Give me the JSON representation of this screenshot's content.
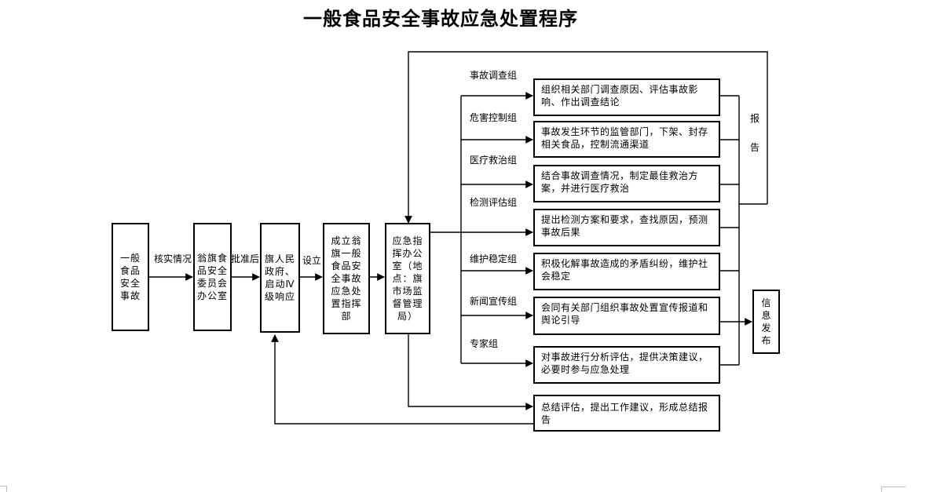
{
  "title": "一般食品安全事故应急处置程序",
  "flow": {
    "event": "一般食品安全事故",
    "verify_label": "核实情况",
    "food_safety_office": "翁旗食品安全委员会办公室",
    "approve_label": "批准后",
    "gov_response": "旗人民政府、启动Ⅳ级响应",
    "establish_label": "设立",
    "command_hq": "成立翁旗一般食品安全事故应急处置指挥部",
    "command_office": "应急指挥办公室（地点：旗市场监督管理局）"
  },
  "groups": [
    {
      "name": "事故调查组",
      "task": "组织相关部门调查原因、评估事故影响、作出调查结论"
    },
    {
      "name": "危害控制组",
      "task": "事故发生环节的监管部门，下架、封存相关食品，控制流通渠道"
    },
    {
      "name": "医疗救治组",
      "task": "结合事故调查情况，制定最佳救治方案，并进行医疗救治"
    },
    {
      "name": "检测评估组",
      "task": "提出检测方案和要求，查找原因，预测事故后果"
    },
    {
      "name": "维护稳定组",
      "task": "积极化解事故造成的矛盾纠纷，维护社会稳定"
    },
    {
      "name": "新闻宣传组",
      "task": "会同有关部门组织事故处置宣传报道和舆论引导"
    },
    {
      "name": "专家组",
      "task": "对事故进行分析评估，提供决策建议，必要时参与应急处理"
    }
  ],
  "summary": "总结评估，提出工作建议，形成总结报告",
  "report": [
    "报",
    "告"
  ],
  "info_release": "信息发布"
}
